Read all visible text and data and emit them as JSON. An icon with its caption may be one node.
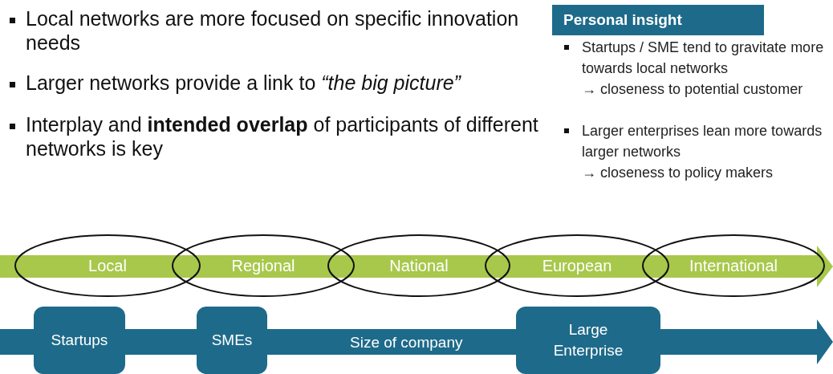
{
  "diagram": {
    "nodes": [
      {
        "text": [
          "Personal insight"
        ]
      },
      {
        "text": [
          "Local"
        ]
      },
      {
        "text": [
          "Regional"
        ]
      },
      {
        "text": [
          "National"
        ]
      },
      {
        "text": [
          "European"
        ]
      },
      {
        "text": [
          "International"
        ]
      },
      {
        "text": [
          "Startups"
        ]
      },
      {
        "text": [
          "SMEs"
        ]
      },
      {
        "text": [
          "Large Enterprise"
        ]
      }
    ],
    "edges": [],
    "labels": [
      "Local networks are more focused on specific innovation needs",
      "Larger networks provide a link to *“the big picture”*",
      "Interplay and **intended overlap** of participants of different networks is key",
      "Startups / SME tend to gravitate more towards local networks",
      "→ closeness to potential customer",
      "Larger enterprises lean more towards larger networks",
      "→ closeness to policy makers",
      "Size of company"
    ]
  }
}
